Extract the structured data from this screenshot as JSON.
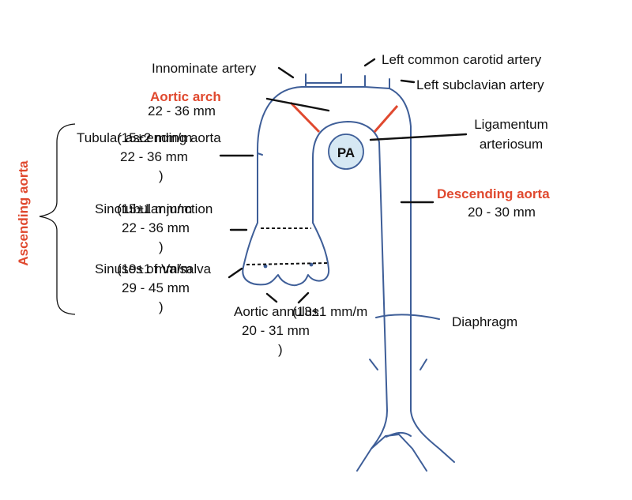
{
  "colors": {
    "vessel": "#3e5e98",
    "accent": "#e0492f",
    "leader": "#111111",
    "pa_fill": "#d6e8f3"
  },
  "labels": {
    "innominate": "Innominate artery",
    "left_carotid": "Left common carotid artery",
    "left_subclavian": "Left subclavian artery",
    "aortic_arch_title": "Aortic arch",
    "aortic_arch_range": "22 - 36 mm",
    "ligamentum_line1": "Ligamentum",
    "ligamentum_line2": "arteriosum",
    "pa": "PA",
    "ascending_aorta": "Ascending aorta",
    "tubular_line1": "Tubular ascending aorta",
    "tubular_overlap": "(15±2 mm/m",
    "tubular_range": "22 - 36 mm",
    "tubular_close": ")",
    "sinotubular_line1": "Sinotubular junction",
    "sinotubular_overlap": "(15±1 mm/m",
    "sinotubular_range": "22 - 36 mm",
    "sinotubular_close": ")",
    "valsalva_line1": "Sinuses of Valsalva",
    "valsalva_overlap": "(19±1 mm/m",
    "valsalva_range": "29 - 45 mm",
    "valsalva_close": ")",
    "annulus_line1": "Aortic annulus",
    "annulus_overlap": "(13±1 mm/m",
    "annulus_range": "20 - 31 mm",
    "annulus_close": ")",
    "descending_title": "Descending aorta",
    "descending_range": "20 - 30 mm",
    "diaphragm": "Diaphragm"
  }
}
